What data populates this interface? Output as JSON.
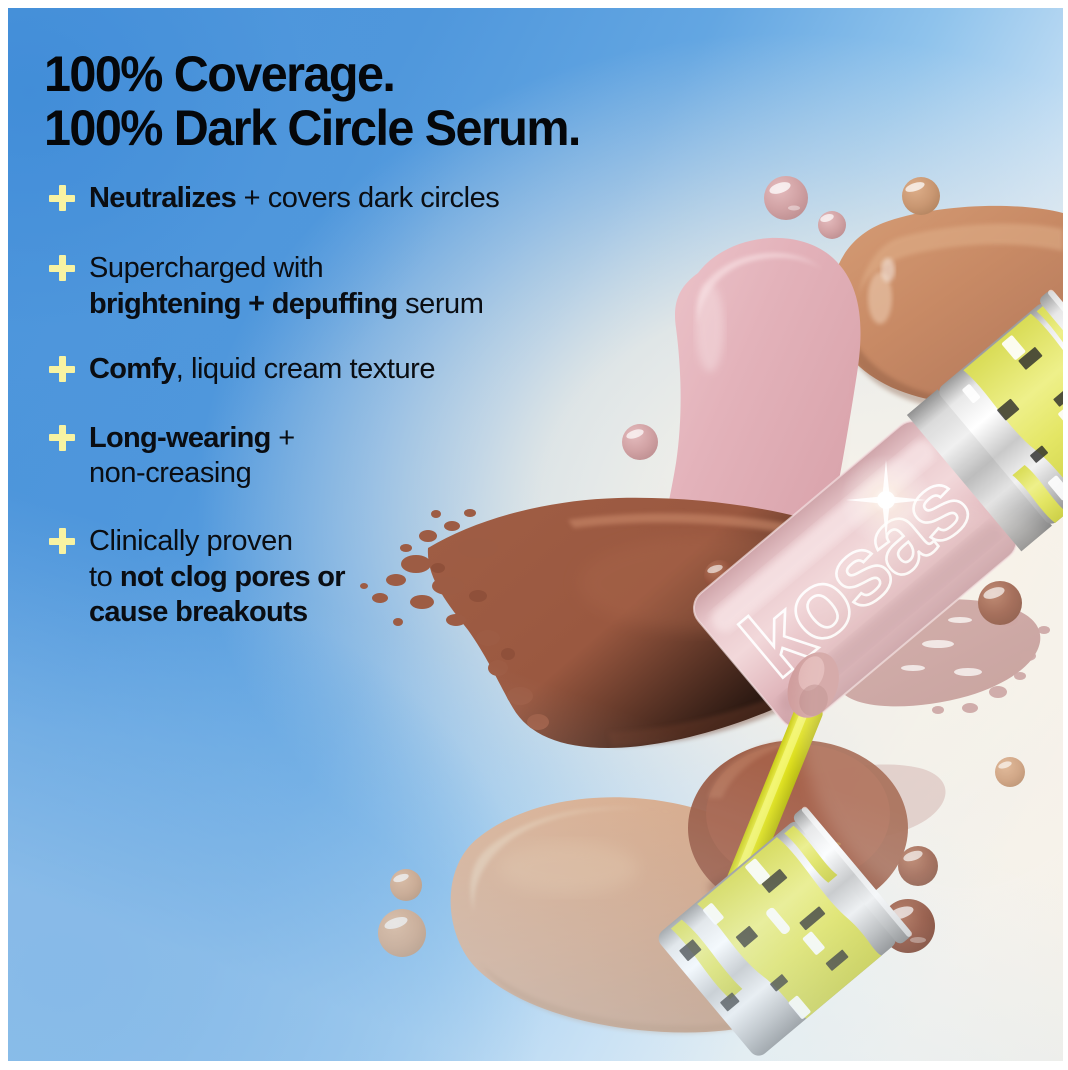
{
  "brand": "Kosas",
  "headline": {
    "line1": "100% Coverage.",
    "line2": "100% Dark Circle Serum."
  },
  "bullets": [
    {
      "marker": "plus-icon",
      "lines": [
        [
          {
            "t": "Neutralizes",
            "b": true
          },
          {
            "t": " + covers dark circles",
            "b": false
          }
        ]
      ]
    },
    {
      "marker": "plus-icon",
      "lines": [
        [
          {
            "t": "Supercharged with",
            "b": false
          }
        ],
        [
          {
            "t": "brightening + depuffing",
            "b": true
          },
          {
            "t": " serum",
            "b": false
          }
        ]
      ]
    },
    {
      "marker": "plus-icon",
      "lines": [
        [
          {
            "t": "Comfy",
            "b": true
          },
          {
            "t": ", liquid cream texture",
            "b": false
          }
        ]
      ]
    },
    {
      "marker": "plus-icon",
      "lines": [
        [
          {
            "t": "Long-wearing",
            "b": true
          },
          {
            "t": " +",
            "b": false
          }
        ],
        [
          {
            "t": "non-creasing",
            "b": false
          }
        ]
      ]
    },
    {
      "marker": "plus-icon",
      "lines": [
        [
          {
            "t": "Clinically proven",
            "b": false
          }
        ],
        [
          {
            "t": "to ",
            "b": false
          },
          {
            "t": "not clog pores or",
            "b": true
          }
        ],
        [
          {
            "t": "cause breakouts",
            "b": true
          }
        ]
      ]
    }
  ],
  "product": {
    "tube_logo": "kosas",
    "tube_body_color": "#e7c3c6",
    "cap_accent_color": "#e8ea6a",
    "wand_color": "#e3e421",
    "cap_metal_color": "#d8d8d8"
  },
  "swatches": [
    {
      "name": "pink-swatch",
      "color": "#dfaeb6"
    },
    {
      "name": "tan-swatch",
      "color": "#c88a65"
    },
    {
      "name": "dark-brown-smear",
      "color": "#9d5a42"
    },
    {
      "name": "light-tan-swatch",
      "color": "#d3a281"
    },
    {
      "name": "rose-smear",
      "color": "#c08f8d"
    }
  ],
  "colors": {
    "background_blue": "#4a97dc",
    "background_cream": "#f7f2ea",
    "plus_yellow": "#f8f3a2",
    "text_black": "#05070a"
  }
}
